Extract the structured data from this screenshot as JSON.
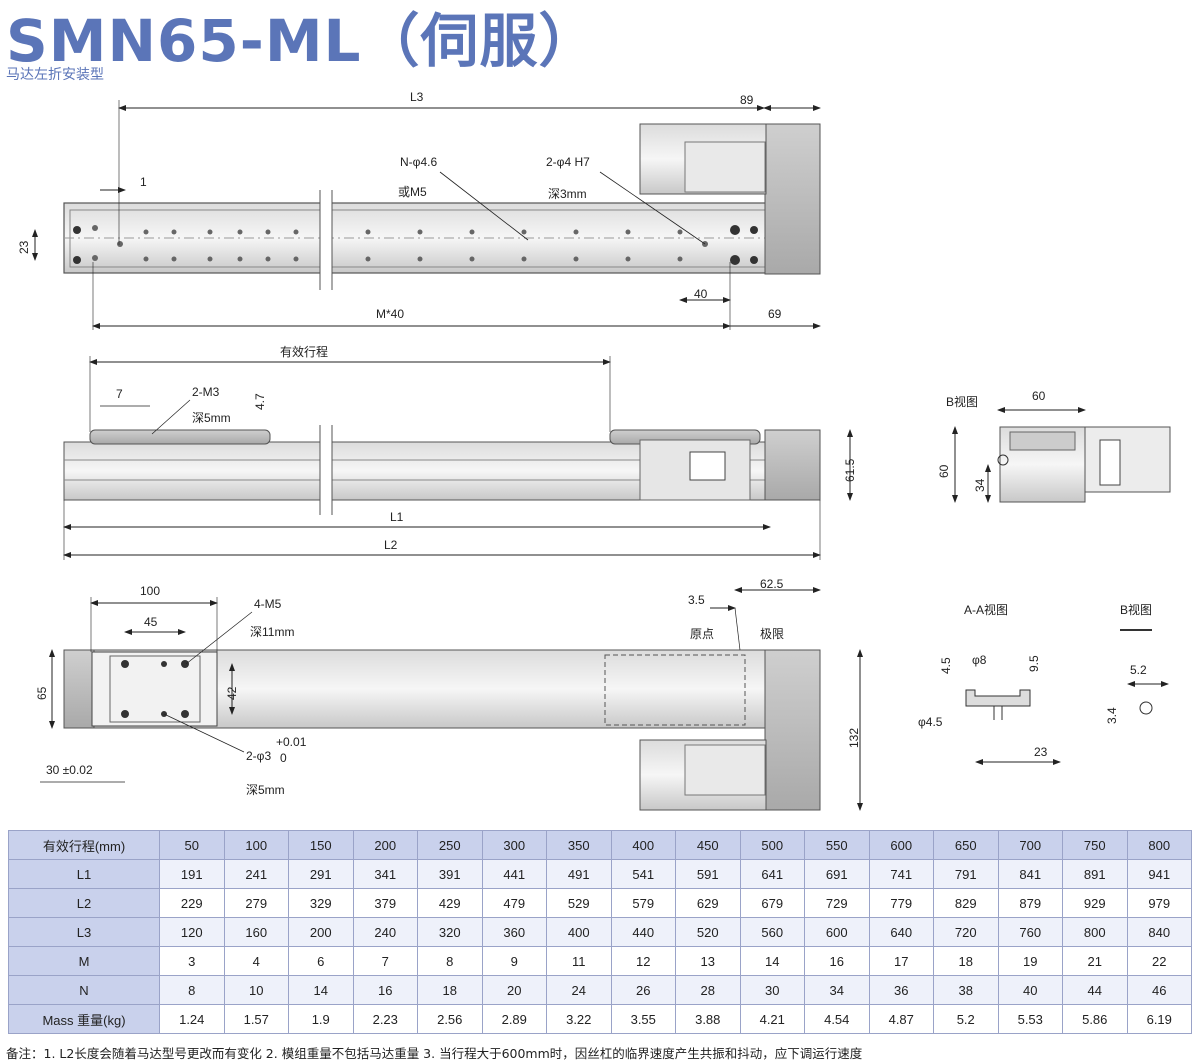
{
  "header": {
    "title": "SMN65-ML（伺服）",
    "subtitle": "马达左折安装型"
  },
  "top_view": {
    "L3": "L3",
    "d89": "89",
    "d1": "1",
    "d23": "23",
    "hole_n": "N-φ4.6",
    "hole_n_alt": "或M5",
    "pin": "2-φ4 H7",
    "pin_depth": "深3mm",
    "d40": "40",
    "pitch": "M*40",
    "d69": "69"
  },
  "side_view": {
    "stroke": "有效行程",
    "d7": "7",
    "m3": "2-M3",
    "m3_depth": "深5mm",
    "d4_7": "4.7",
    "L1": "L1",
    "L2": "L2",
    "d61_5": "61.5"
  },
  "end_view": {
    "label": "B视图",
    "d60w": "60",
    "d60h": "60",
    "d34": "34"
  },
  "bottom_view": {
    "d100": "100",
    "d45": "45",
    "m5": "4-M5",
    "m5_depth": "深11mm",
    "d65": "65",
    "d42": "42",
    "pin": "2-φ3",
    "tol_plus": "+0.01",
    "tol_zero": "0",
    "tol30": "30 ±0.02",
    "pin_depth": "深5mm",
    "d3_5": "3.5",
    "d62_5": "62.5",
    "origin": "原点",
    "limit": "极限",
    "d132": "132"
  },
  "section_aa": {
    "label": "A-A视图",
    "d8": "φ8",
    "d4_5": "4.5",
    "d9_5": "9.5",
    "d4_5b": "φ4.5",
    "d23": "23"
  },
  "section_b": {
    "label": "B视图",
    "d5_2": "5.2",
    "d3_4": "3.4"
  },
  "table": {
    "header_label": "有效行程(mm)",
    "strokes": [
      "50",
      "100",
      "150",
      "200",
      "250",
      "300",
      "350",
      "400",
      "450",
      "500",
      "550",
      "600",
      "650",
      "700",
      "750",
      "800"
    ],
    "rows": [
      {
        "label": "L1",
        "values": [
          "191",
          "241",
          "291",
          "341",
          "391",
          "441",
          "491",
          "541",
          "591",
          "641",
          "691",
          "741",
          "791",
          "841",
          "891",
          "941"
        ]
      },
      {
        "label": "L2",
        "values": [
          "229",
          "279",
          "329",
          "379",
          "429",
          "479",
          "529",
          "579",
          "629",
          "679",
          "729",
          "779",
          "829",
          "879",
          "929",
          "979"
        ]
      },
      {
        "label": "L3",
        "values": [
          "120",
          "160",
          "200",
          "240",
          "320",
          "360",
          "400",
          "440",
          "520",
          "560",
          "600",
          "640",
          "720",
          "760",
          "800",
          "840"
        ]
      },
      {
        "label": "M",
        "values": [
          "3",
          "4",
          "6",
          "7",
          "8",
          "9",
          "11",
          "12",
          "13",
          "14",
          "16",
          "17",
          "18",
          "19",
          "21",
          "22"
        ]
      },
      {
        "label": "N",
        "values": [
          "8",
          "10",
          "14",
          "16",
          "18",
          "20",
          "24",
          "26",
          "28",
          "30",
          "34",
          "36",
          "38",
          "40",
          "44",
          "46"
        ]
      },
      {
        "label": "Mass 重量(kg)",
        "values": [
          "1.24",
          "1.57",
          "1.9",
          "2.23",
          "2.56",
          "2.89",
          "3.22",
          "3.55",
          "3.88",
          "4.21",
          "4.54",
          "4.87",
          "5.2",
          "5.53",
          "5.86",
          "6.19"
        ]
      }
    ]
  },
  "notes": "备注：1. L2长度会随着马达型号更改而有变化  2. 模组重量不包括马达重量  3. 当行程大于600mm时，因丝杠的临界速度产生共振和抖动，应下调运行速度"
}
